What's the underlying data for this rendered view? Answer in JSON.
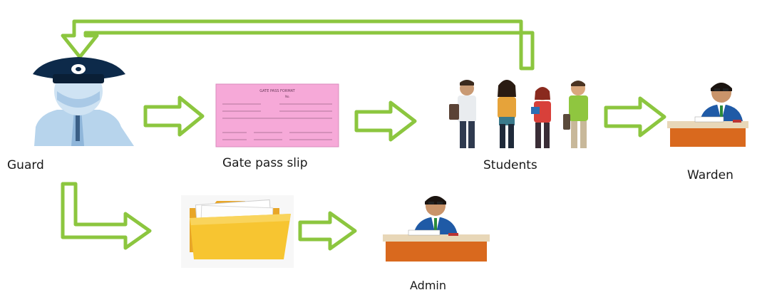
{
  "labels": {
    "guard": "Guard",
    "gate_pass": "Gate pass slip",
    "students": "Students",
    "warden": "Warden",
    "admin": "Admin"
  },
  "slip_text": {
    "title": "GATE PASS FORMAT",
    "no": "No."
  },
  "colors": {
    "arrow_fill": "#ffffff",
    "arrow_stroke": "#8cc63f",
    "slip": "#f6a9d8",
    "desk": "#d9691e",
    "folder": "#f7c531",
    "guard_cap": "#0d2a4a",
    "guard_shirt": "#b7d4ec"
  }
}
